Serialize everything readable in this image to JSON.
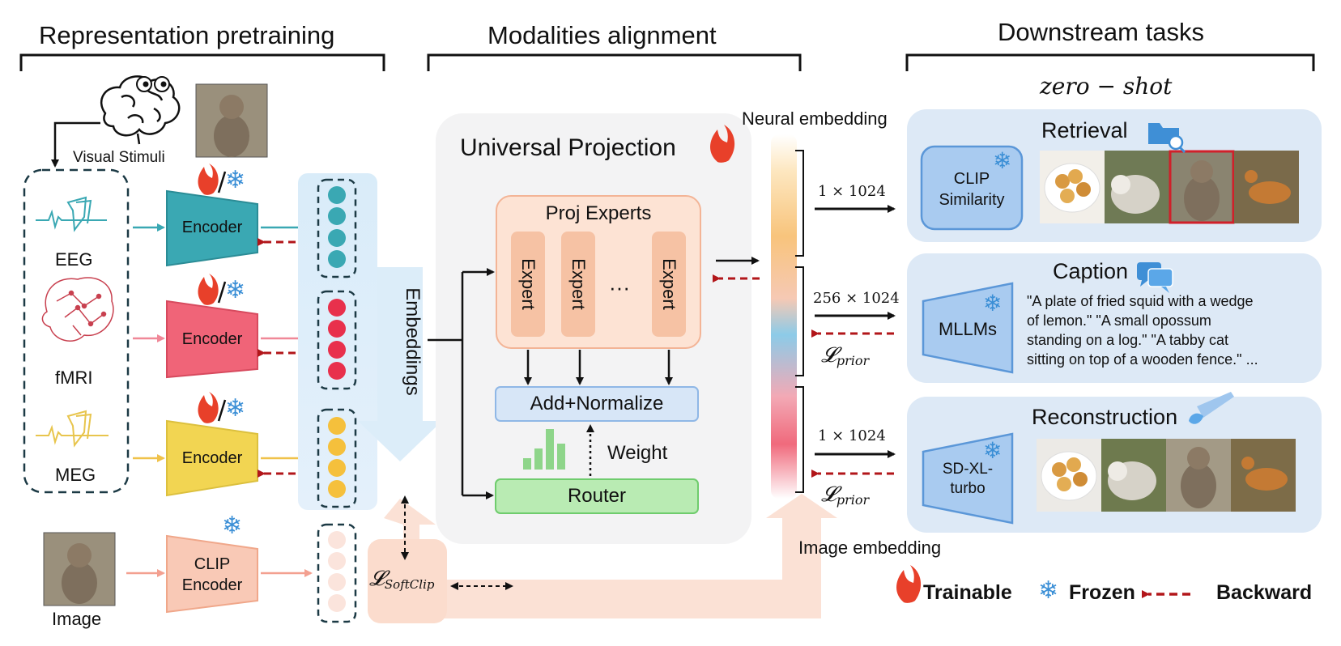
{
  "sections": {
    "pretraining": "Representation pretraining",
    "alignment": "Modalities alignment",
    "downstream": "Downstream tasks"
  },
  "stimuli": {
    "visual_stimuli": "Visual Stimuli",
    "image_label": "Image"
  },
  "modalities": [
    {
      "name": "EEG",
      "encoder": "Encoder",
      "color": "#3aa8b3"
    },
    {
      "name": "fMRI",
      "encoder": "Encoder",
      "color": "#f06478"
    },
    {
      "name": "MEG",
      "encoder": "Encoder",
      "color": "#f2d552"
    }
  ],
  "clip_encoder": {
    "line1": "CLIP",
    "line2": "Encoder"
  },
  "embeddings_label": "Embeddings",
  "universal_projection": {
    "title": "Universal Projection",
    "proj_experts": "Proj Experts",
    "expert_label": "Expert",
    "ellipsis": "···",
    "add_normalize": "Add+Normalize",
    "weight": "Weight",
    "router": "Router"
  },
  "loss_softclip": {
    "main": "𝓛",
    "sub": "SoftClip"
  },
  "neural_embedding": "Neural embedding",
  "image_embedding": "Image embedding",
  "dims": {
    "d1": "1 × 1024",
    "d2": "256 × 1024",
    "d3": "1 × 1024"
  },
  "loss_prior": {
    "main": "𝓛",
    "sub": "prior"
  },
  "zero_shot": "zero − shot",
  "tasks": {
    "retrieval": {
      "title": "Retrieval",
      "model_line1": "CLIP",
      "model_line2": "Similarity"
    },
    "caption": {
      "title": "Caption",
      "model": "MLLMs",
      "text_lines": [
        "\"A plate of fried squid with a wedge",
        "of lemon.\" \"A small opossum",
        "standing on a log.\" \"A tabby cat",
        "sitting on top of a wooden fence.\" ..."
      ]
    },
    "reconstruction": {
      "title": "Reconstruction",
      "model_line1": "SD-XL-",
      "model_line2": "turbo"
    }
  },
  "legend": {
    "trainable": "Trainable",
    "frozen": "Frozen",
    "backward": "Backward"
  },
  "colors": {
    "eeg": "#3aa8b3",
    "fmri": "#f06478",
    "meg": "#f2d552",
    "clip": "#f9c9b6",
    "flame": "#e8402a",
    "snowflake": "#3b8fd6",
    "backward": "#b2161a",
    "card": "#dde9f6",
    "expert": "#f6c2a4",
    "router": "#b9ebb3"
  },
  "icons": [
    "brain-icon",
    "eye-icon",
    "flame-icon",
    "snowflake-icon",
    "folder-search-icon",
    "chat-bubbles-icon",
    "paint-brush-icon",
    "bar-chart-icon"
  ]
}
